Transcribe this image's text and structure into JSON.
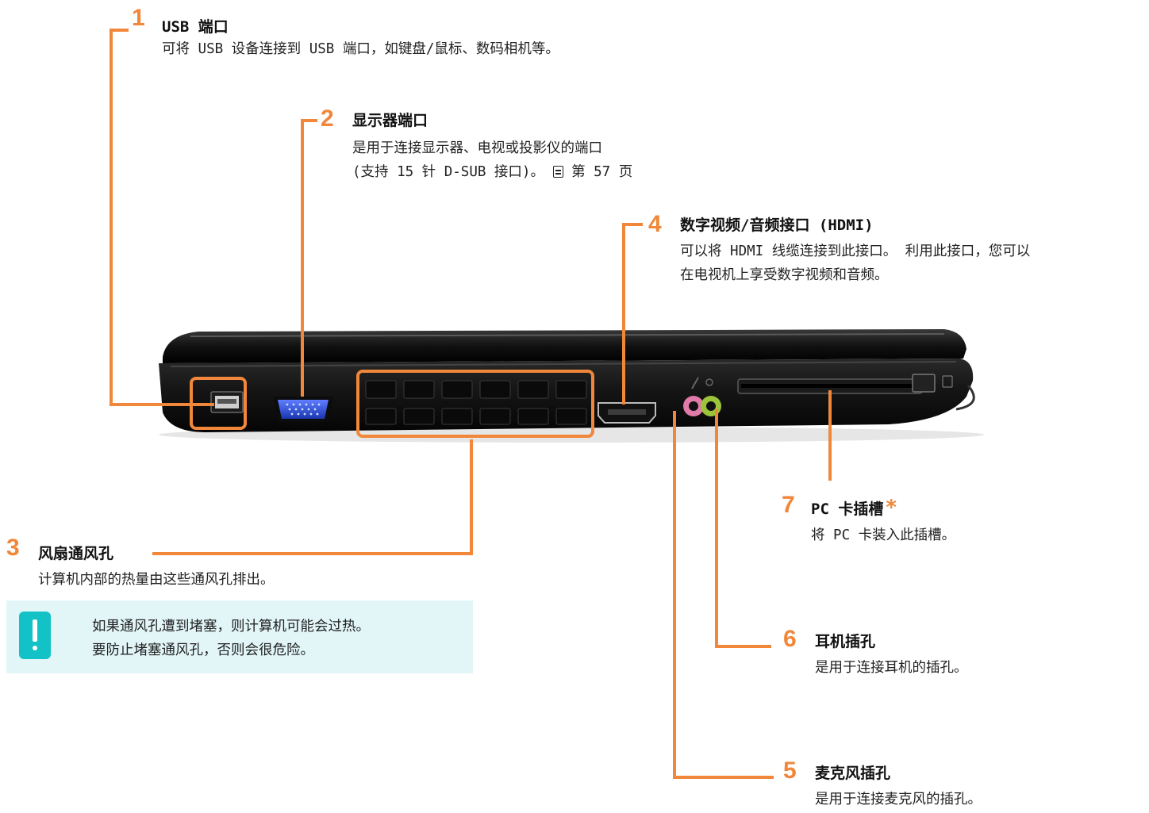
{
  "callouts": [
    {
      "number": "1",
      "title": "USB 端口",
      "desc": [
        "可将 USB 设备连接到 USB 端口，如键盘/鼠标、数码相机等。"
      ]
    },
    {
      "number": "2",
      "title": "显示器端口",
      "desc": [
        "是用于连接显示器、电视或投影仪的端口",
        "(支持 15 针 D-SUB 接口)。",
        "第 57 页"
      ]
    },
    {
      "number": "3",
      "title": "风扇通风孔",
      "desc": [
        "计算机内部的热量由这些通风孔排出。"
      ]
    },
    {
      "number": "4",
      "title": "数字视频/音频接口 (HDMI)",
      "desc": [
        "可以将 HDMI 线缆连接到此接口。 利用此接口，您可以",
        "在电视机上享受数字视频和音频。"
      ]
    },
    {
      "number": "5",
      "title": "麦克风插孔",
      "desc": [
        "是用于连接麦克风的插孔。"
      ]
    },
    {
      "number": "6",
      "title": "耳机插孔",
      "desc": [
        "是用于连接耳机的插孔。"
      ]
    },
    {
      "number": "7",
      "title": "PC 卡插槽",
      "title_mark": "*",
      "desc": [
        "将 PC 卡装入此插槽。"
      ]
    }
  ],
  "warning": {
    "icon": "exclamation-icon",
    "lines": [
      "如果通风孔遭到堵塞，则计算机可能会过热。",
      "要防止堵塞通风孔，否则会很危险。"
    ]
  },
  "colors": {
    "accent": "#f0873a",
    "warning_bg": "#e2f6f8",
    "warning_icon": "#12c2c6",
    "mic_jack": "#e07aa8",
    "headphone_jack": "#9bc43a",
    "vga_port": "#2f4fd6"
  }
}
